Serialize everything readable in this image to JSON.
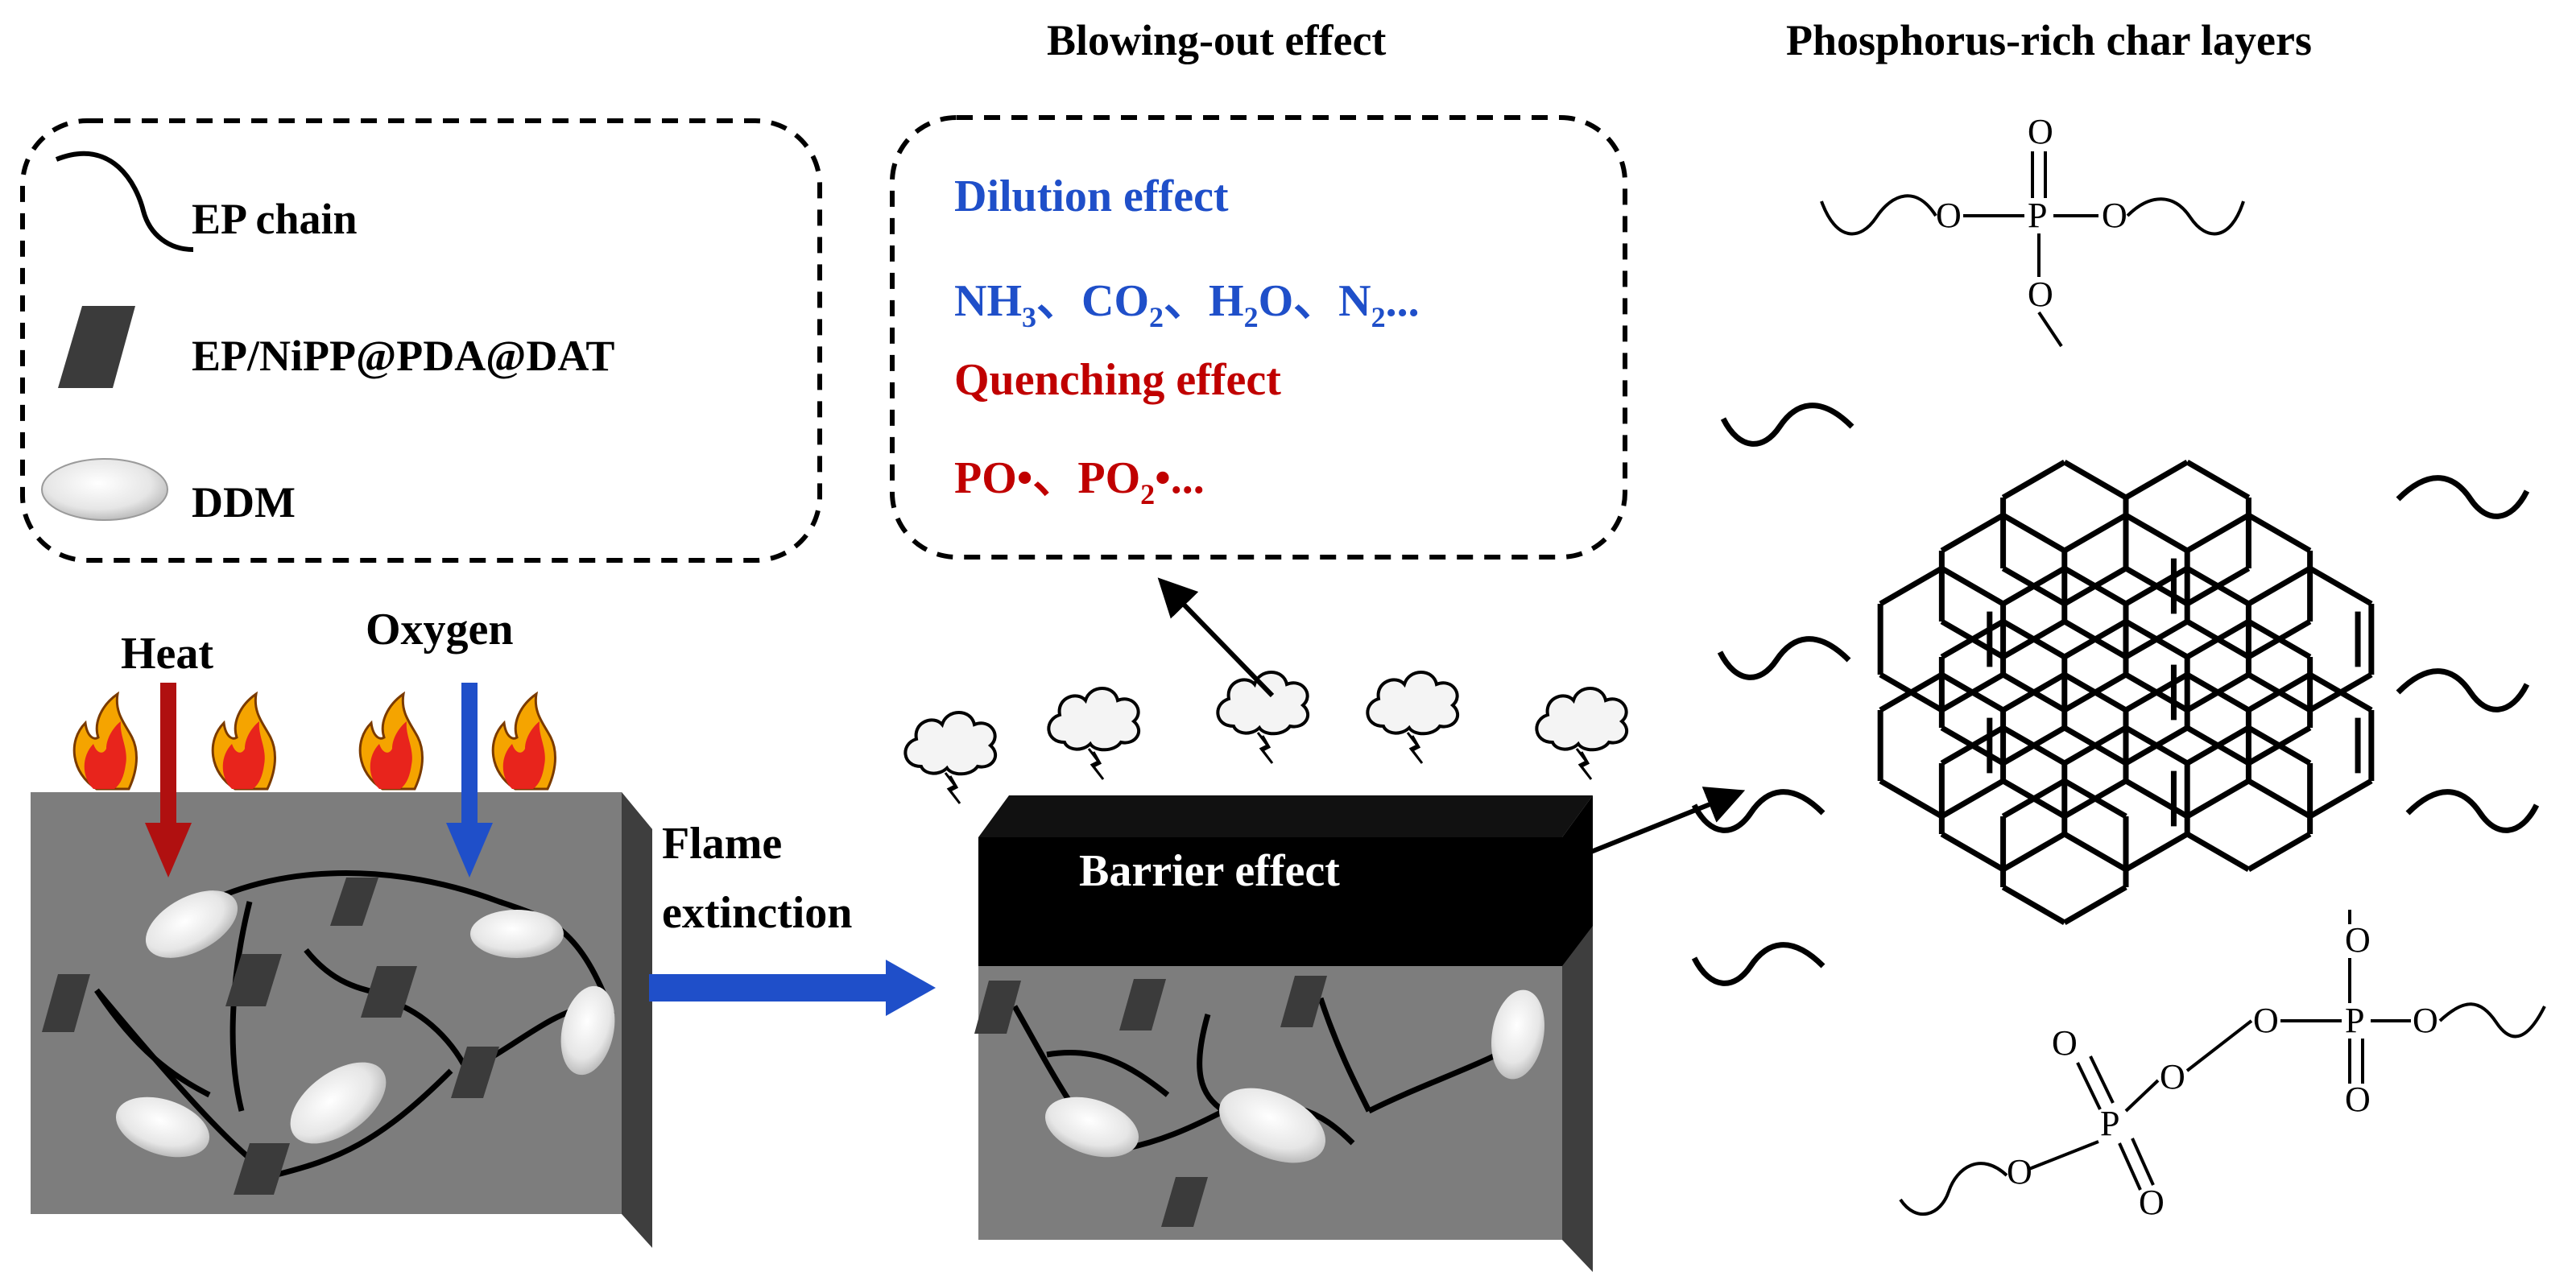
{
  "titles": {
    "blowing_out": "Blowing-out effect",
    "char_layers": "Phosphorus-rich char layers"
  },
  "legend": {
    "chain_label": "EP chain",
    "particle_label": "EP/NiPP@PDA@DAT",
    "ddm_label": "DDM"
  },
  "gas_box": {
    "dilution_title": "Dilution effect",
    "dilution_species": [
      {
        "base": "NH",
        "sub": "3",
        "sep": "、"
      },
      {
        "base": "CO",
        "sub": "2",
        "sep": "、"
      },
      {
        "base": "H",
        "sub": "2",
        "tail": "O",
        "sep": "、"
      },
      {
        "base": "N",
        "sub": "2",
        "tail": "..."
      }
    ],
    "quenching_title": "Quenching effect",
    "quenching_species": [
      {
        "base": "PO•",
        "sep": "、"
      },
      {
        "base": "PO",
        "sub": "2",
        "tail": "•..."
      }
    ],
    "colors": {
      "dilution": "#1f4fc9",
      "quenching": "#c00000"
    }
  },
  "left_block": {
    "heat_label": "Heat",
    "oxygen_label": "Oxygen",
    "heat_color": "#b01010",
    "oxygen_color": "#1f4fc9"
  },
  "process": {
    "arrow_label_line1": "Flame",
    "arrow_label_line2": "extinction",
    "barrier_label": "Barrier effect"
  },
  "char_structure": {
    "phosphate_labels": {
      "oxygen": "O",
      "phosphorus": "P"
    }
  }
}
